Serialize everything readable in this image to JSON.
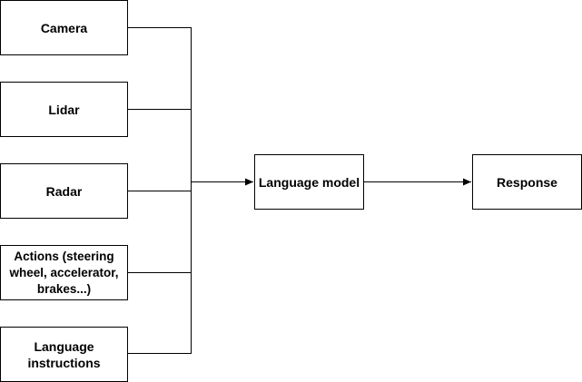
{
  "diagram": {
    "inputs": [
      {
        "id": "camera",
        "label": "Camera"
      },
      {
        "id": "lidar",
        "label": "Lidar"
      },
      {
        "id": "radar",
        "label": "Radar"
      },
      {
        "id": "actions",
        "label": "Actions (steering wheel, accelerator, brakes...)"
      },
      {
        "id": "language",
        "label": "Language instructions"
      }
    ],
    "model": {
      "label": "Language model"
    },
    "output": {
      "label": "Response"
    },
    "edges": [
      {
        "from": "camera",
        "to": "model"
      },
      {
        "from": "lidar",
        "to": "model"
      },
      {
        "from": "radar",
        "to": "model"
      },
      {
        "from": "actions",
        "to": "model"
      },
      {
        "from": "language",
        "to": "model"
      },
      {
        "from": "model",
        "to": "response"
      }
    ]
  }
}
